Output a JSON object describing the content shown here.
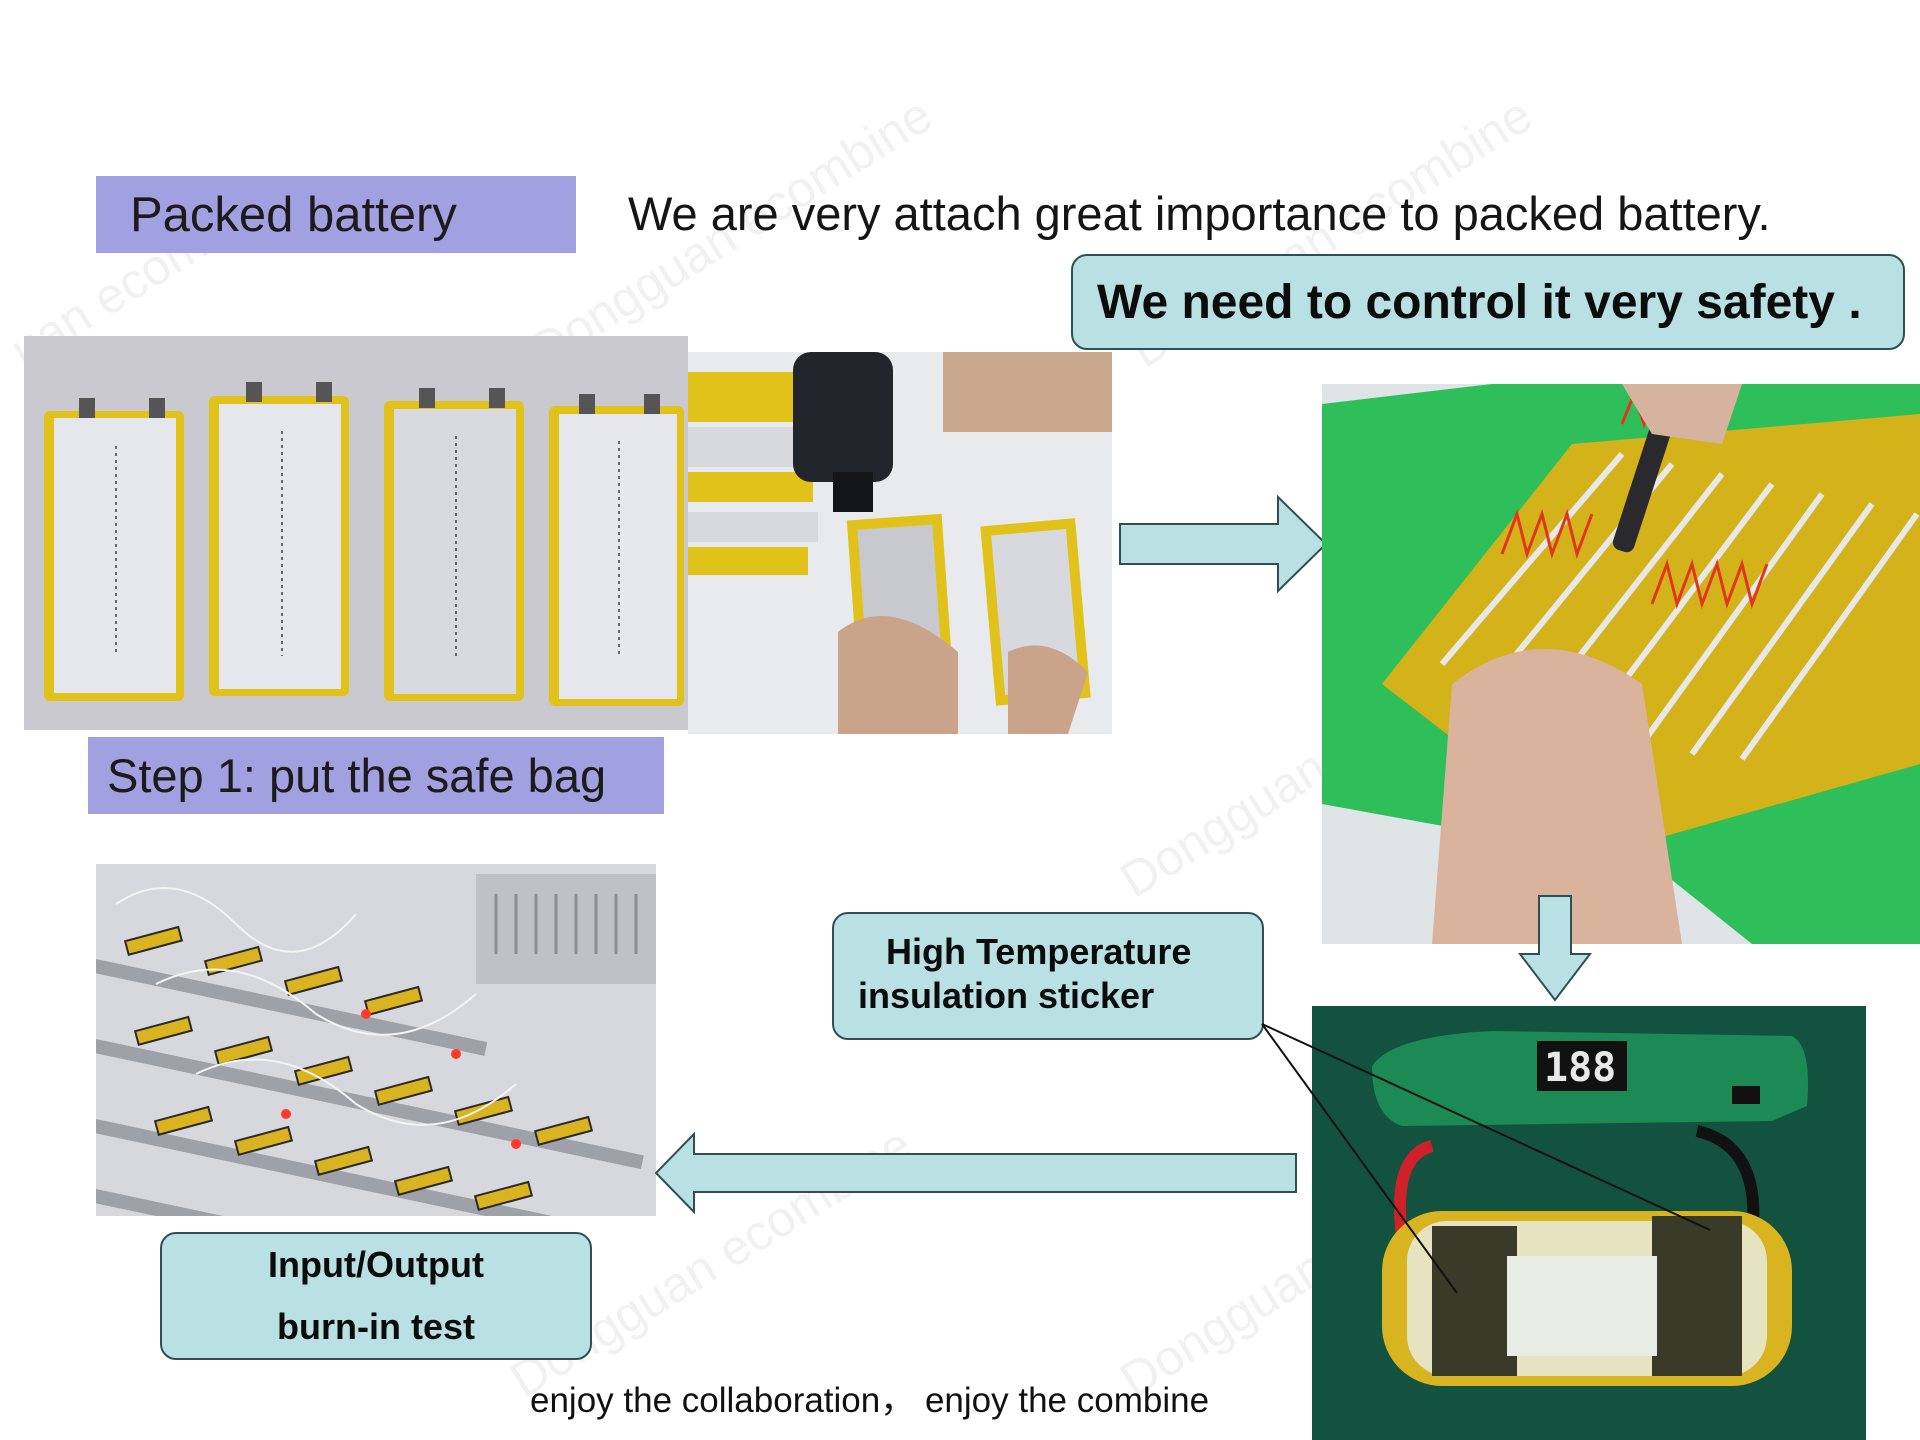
{
  "header": {
    "title_label": "Packed battery",
    "intro_text": "We are very attach great importance to packed battery.",
    "safety_callout": "We need to control it very safety ."
  },
  "step1": {
    "label": "Step 1: put the safe bag"
  },
  "callouts": {
    "sticker_line1": "High Temperature",
    "sticker_line2": "insulation sticker",
    "burnin_line1": "Input/Output",
    "burnin_line2": "burn-in test"
  },
  "pcb_display": "188",
  "footer": {
    "slogan": "enjoy the collaboration， enjoy the combine"
  },
  "colors": {
    "label_bg": "#a1a0e0",
    "callout_bg": "#b9e0e3",
    "arrow_fill": "#b9e0e3",
    "arrow_stroke": "#2f4f52"
  }
}
